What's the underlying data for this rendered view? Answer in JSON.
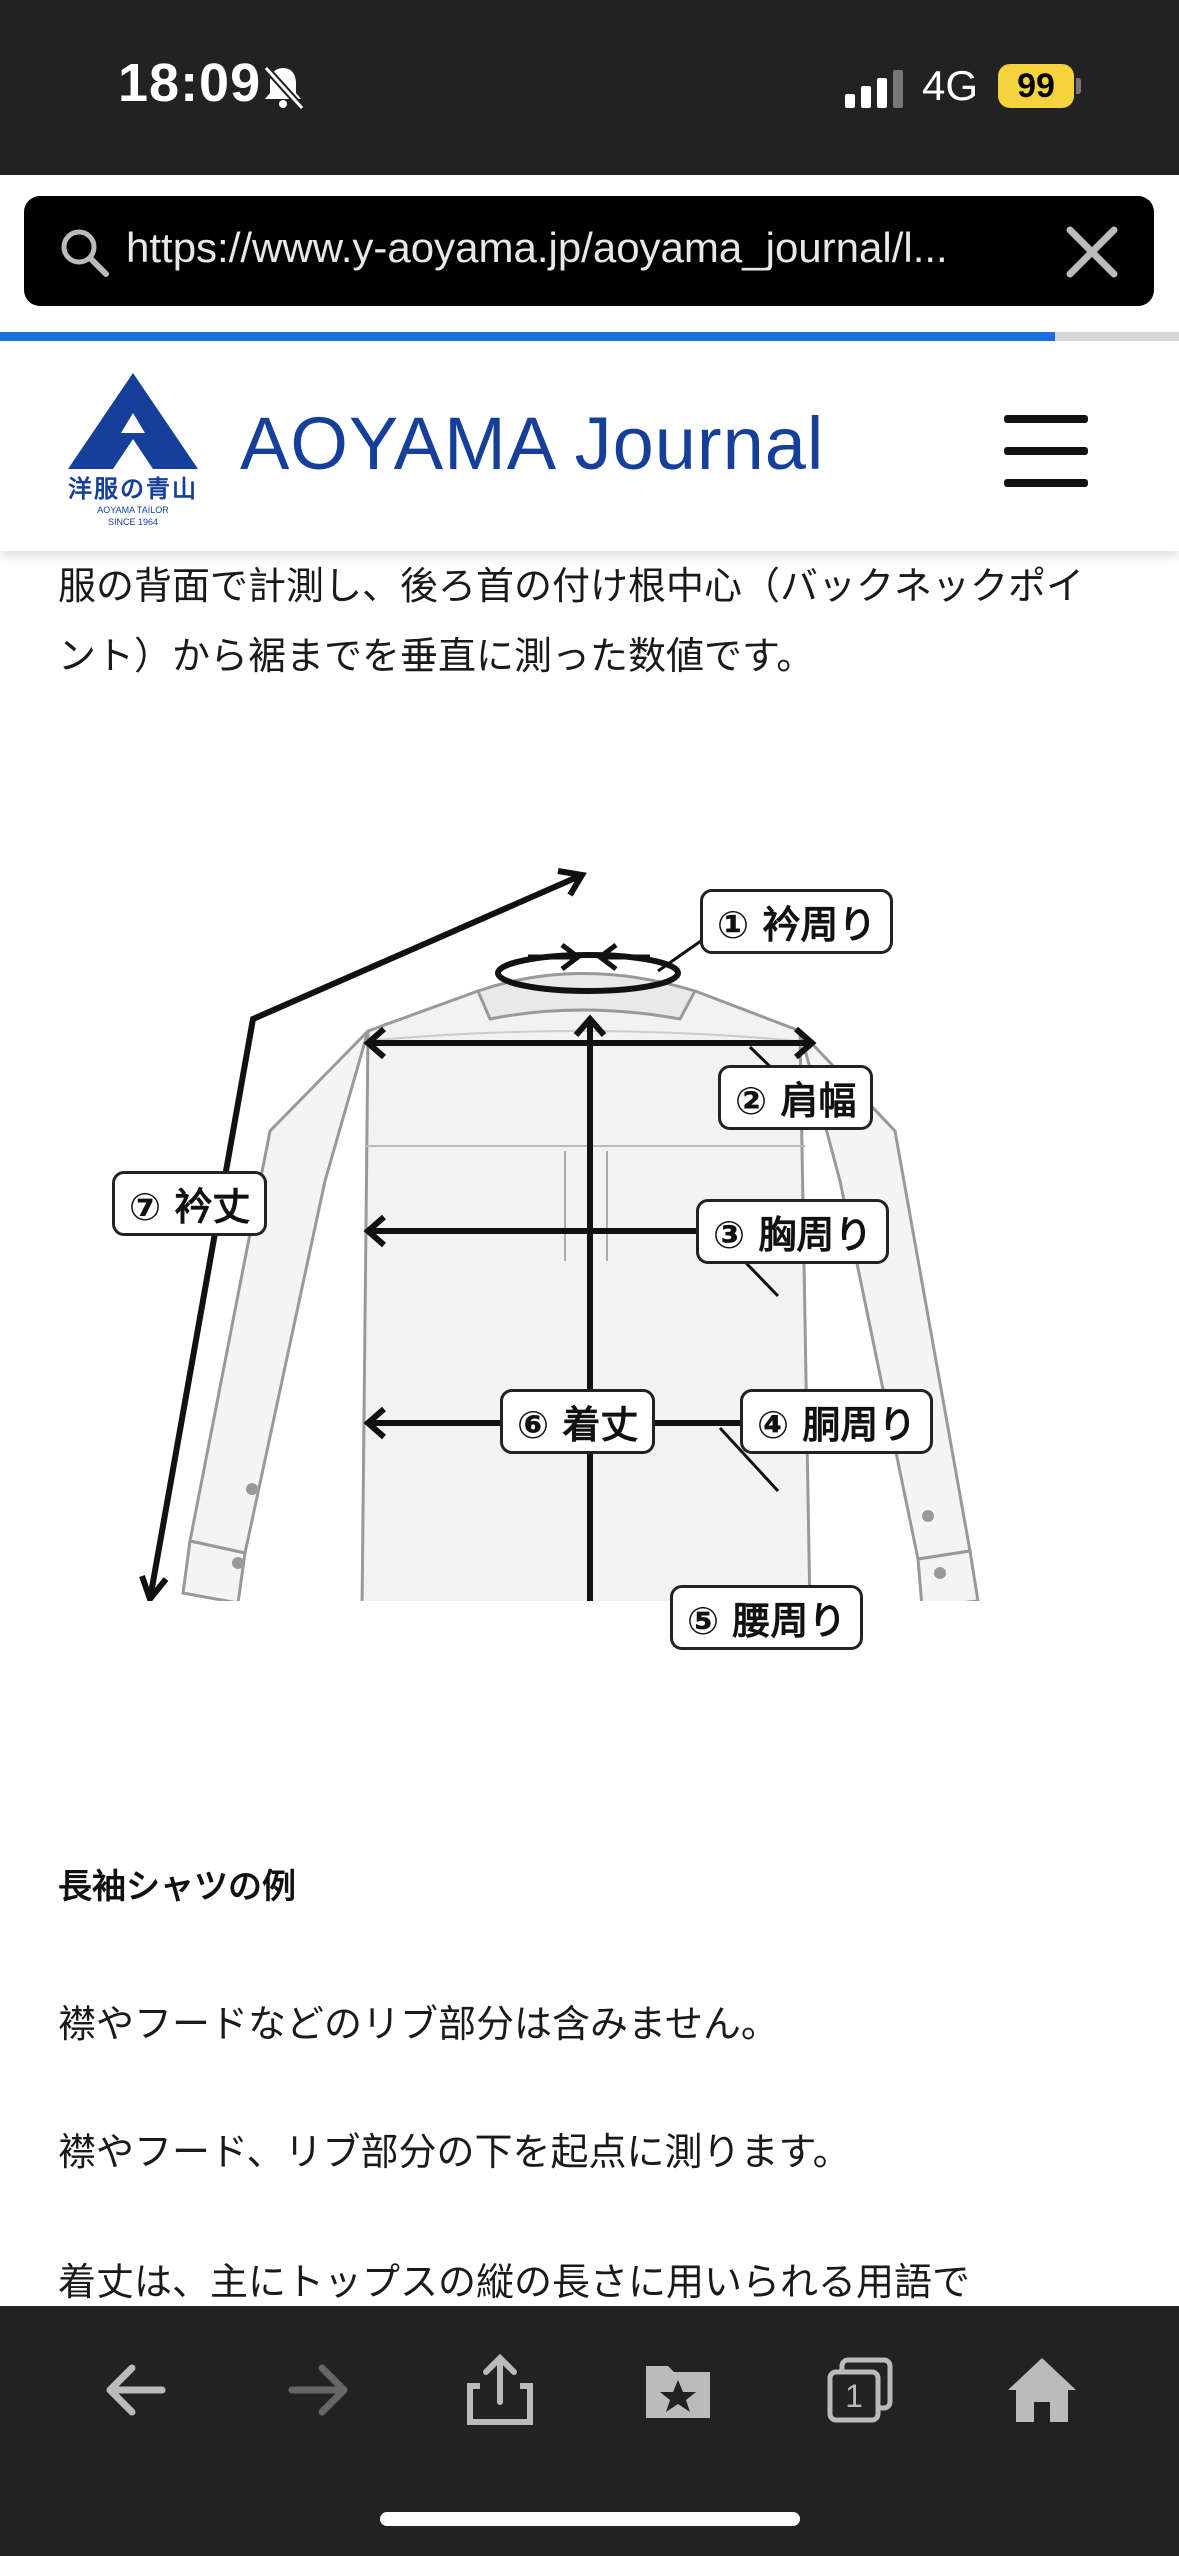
{
  "status_bar": {
    "time": "18:09",
    "network": "4G",
    "battery": "99"
  },
  "browser": {
    "url": "https://www.y-aoyama.jp/aoyama_journal/l...",
    "load_progress": 0.895
  },
  "site": {
    "title": "AOYAMA Journal",
    "logo_kanji": "洋服の青山",
    "logo_sub1": "AOYAMA TAILOR",
    "logo_sub2": "SINCE 1964"
  },
  "article": {
    "intro": "服の背面で計測し、後ろ首の付け根中心（バックネックポイント）から裾までを垂直に測った数値です。",
    "caption": "長袖シャツの例",
    "para1": "襟やフードなどのリブ部分は含みません。",
    "para2": "襟やフード、リブ部分の下を起点に測ります。",
    "para3": "着丈は、主にトップスの縦の長さに用いられる用語で"
  },
  "diagram": {
    "labels": {
      "neck": "① 衿周り",
      "shoulder": "② 肩幅",
      "chest": "③ 胸周り",
      "waist": "④ 胴周り",
      "hip": "⑤ 腰周り",
      "length": "⑥ 着丈",
      "sleeve": "⑦ 衿丈"
    }
  },
  "icons": {
    "status": [
      "bell-slash-icon",
      "signal-icon"
    ],
    "url_bar": [
      "search-icon",
      "close-icon"
    ],
    "toolbar": [
      "back-icon",
      "forward-icon",
      "share-icon",
      "bookmarks-icon",
      "tabs-icon",
      "home-icon"
    ],
    "tabs_count": "1"
  },
  "colors": {
    "brand_blue": "#163f99",
    "chrome_dark": "#222222",
    "progress_blue": "#1b6fe0",
    "battery_yellow": "#f5d33c"
  }
}
